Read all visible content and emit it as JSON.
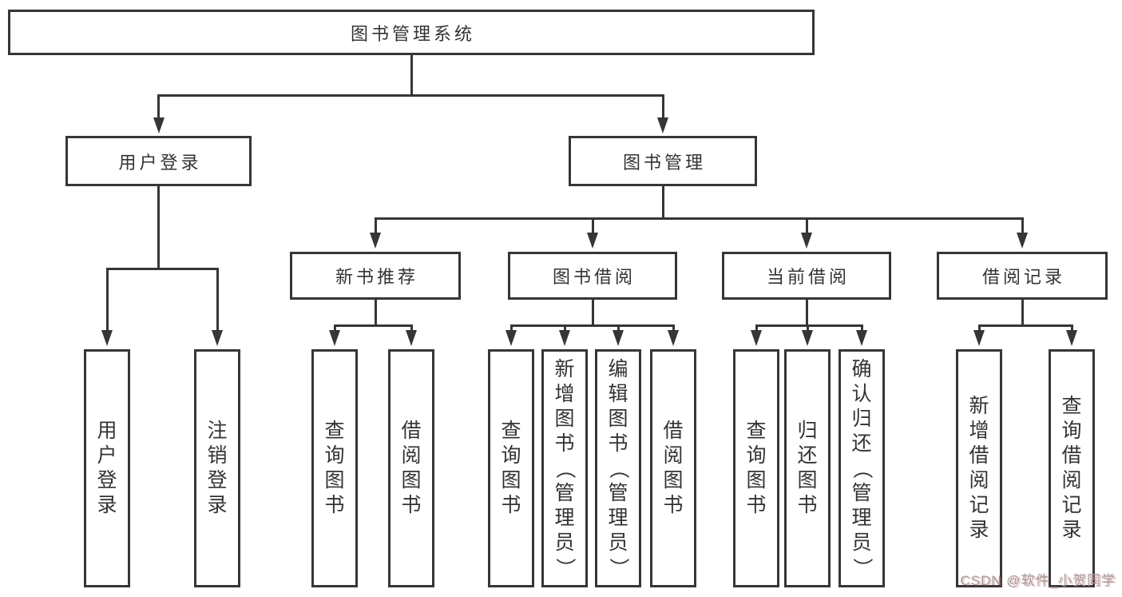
{
  "colors": {
    "line": "#363636",
    "text": "#333333",
    "background": "#ffffff",
    "watermark_gray": "#9f9f9f",
    "watermark_red": "#e05050"
  },
  "watermark": {
    "text": "CSDN @软件_小贺同学"
  },
  "diagram": {
    "root": {
      "label": "图书管理系统"
    },
    "level2": [
      {
        "label": "用户登录",
        "children": [
          {
            "label": "用户登录"
          },
          {
            "label": "注销登录"
          }
        ]
      },
      {
        "label": "图书管理",
        "children": [
          {
            "label": "新书推荐",
            "children": [
              {
                "label": "查询图书"
              },
              {
                "label": "借阅图书"
              }
            ]
          },
          {
            "label": "图书借阅",
            "children": [
              {
                "label": "查询图书"
              },
              {
                "label": "新增图书（管理员）"
              },
              {
                "label": "编辑图书（管理员）"
              },
              {
                "label": "借阅图书"
              }
            ]
          },
          {
            "label": "当前借阅",
            "children": [
              {
                "label": "查询图书"
              },
              {
                "label": "归还图书"
              },
              {
                "label": "确认归还（管理员）"
              }
            ]
          },
          {
            "label": "借阅记录",
            "children": [
              {
                "label": "新增借阅记录"
              },
              {
                "label": "查询借阅记录"
              }
            ]
          }
        ]
      }
    ]
  }
}
